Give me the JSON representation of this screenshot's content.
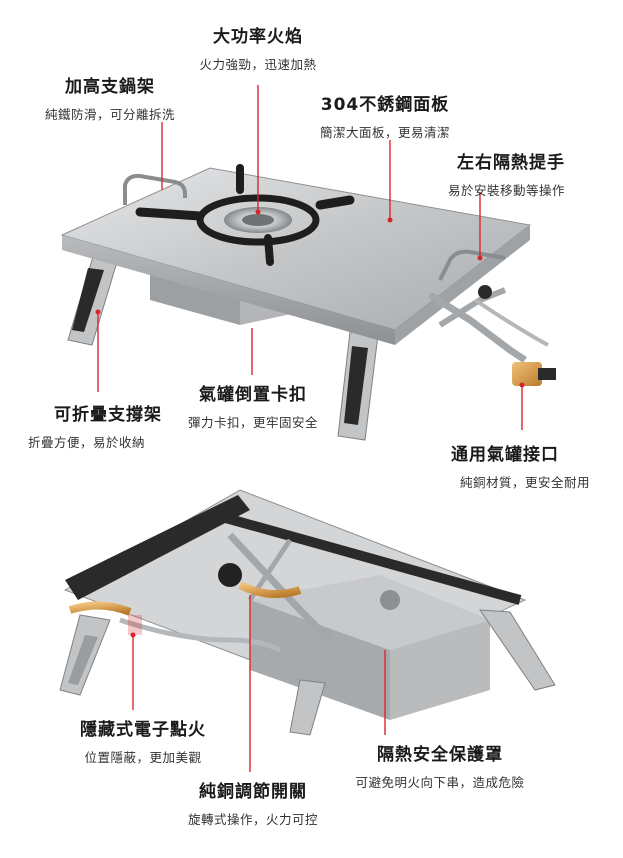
{
  "callouts": {
    "flame": {
      "title": "大功率火焰",
      "desc": "火力強勁，迅速加熱"
    },
    "pot_stand": {
      "title": "加高支鍋架",
      "desc": "純鐵防滑，可分離拆洗"
    },
    "panel": {
      "title": "304不銹鋼面板",
      "desc": "簡潔大面板，更易清潔"
    },
    "handles": {
      "title": "左右隔熱提手",
      "desc": "易於安裝移動等操作"
    },
    "fold_stand": {
      "title": "可折疊支撐架",
      "desc": "折疊方便，易於收納"
    },
    "canister_clip": {
      "title": "氣罐倒置卡扣",
      "desc": "彈力卡扣，更牢固安全"
    },
    "connector": {
      "title": "通用氣罐接口",
      "desc": "純銅材質，更安全耐用"
    },
    "ignition": {
      "title": "隱藏式電子點火",
      "desc": "位置隱蔽，更加美觀"
    },
    "shield": {
      "title": "隔熱安全保護罩",
      "desc": "可避免明火向下串，造成危險"
    },
    "valve": {
      "title": "純銅調節開關",
      "desc": "旋轉式操作，火力可控"
    }
  },
  "colors": {
    "pointer": "#d8262d",
    "steel": "#c9cbcd",
    "steel_dark": "#8e9194",
    "brass": "#d9a04a",
    "cast_iron": "#1e1e1e"
  }
}
